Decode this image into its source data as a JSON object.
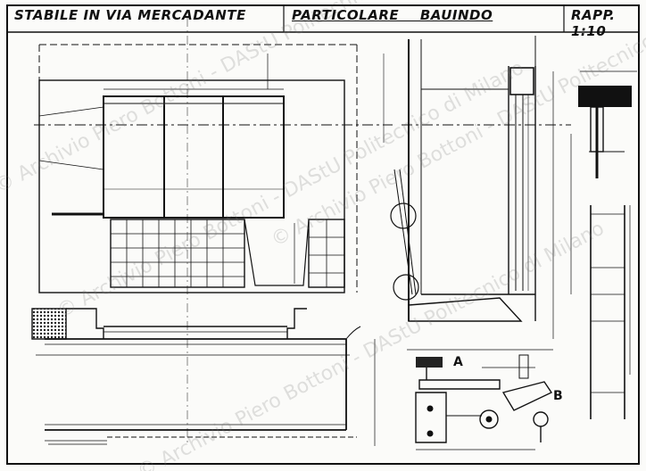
{
  "header": {
    "project_title": "STABILE IN VIA MERCADANTE",
    "detail_title": "PARTICOLARE BAUINDO",
    "scale": "RAPP. 1:10"
  },
  "callouts": {
    "a": "A",
    "b": "B"
  },
  "watermark": {
    "lines": [
      "© Archivio Piero Bottoni - DAStU Politecnico di Milano",
      "© Archivio Piero Bottoni - DAStU Politecnico di Milano",
      "© Archivio Piero Bottoni - DAStU Politecnico di Milano",
      "© Archivio Piero Bottoni - DAStU Politecnico di Milano"
    ]
  },
  "colors": {
    "ink": "#1a1a1a",
    "paper": "#fbfbf9"
  }
}
